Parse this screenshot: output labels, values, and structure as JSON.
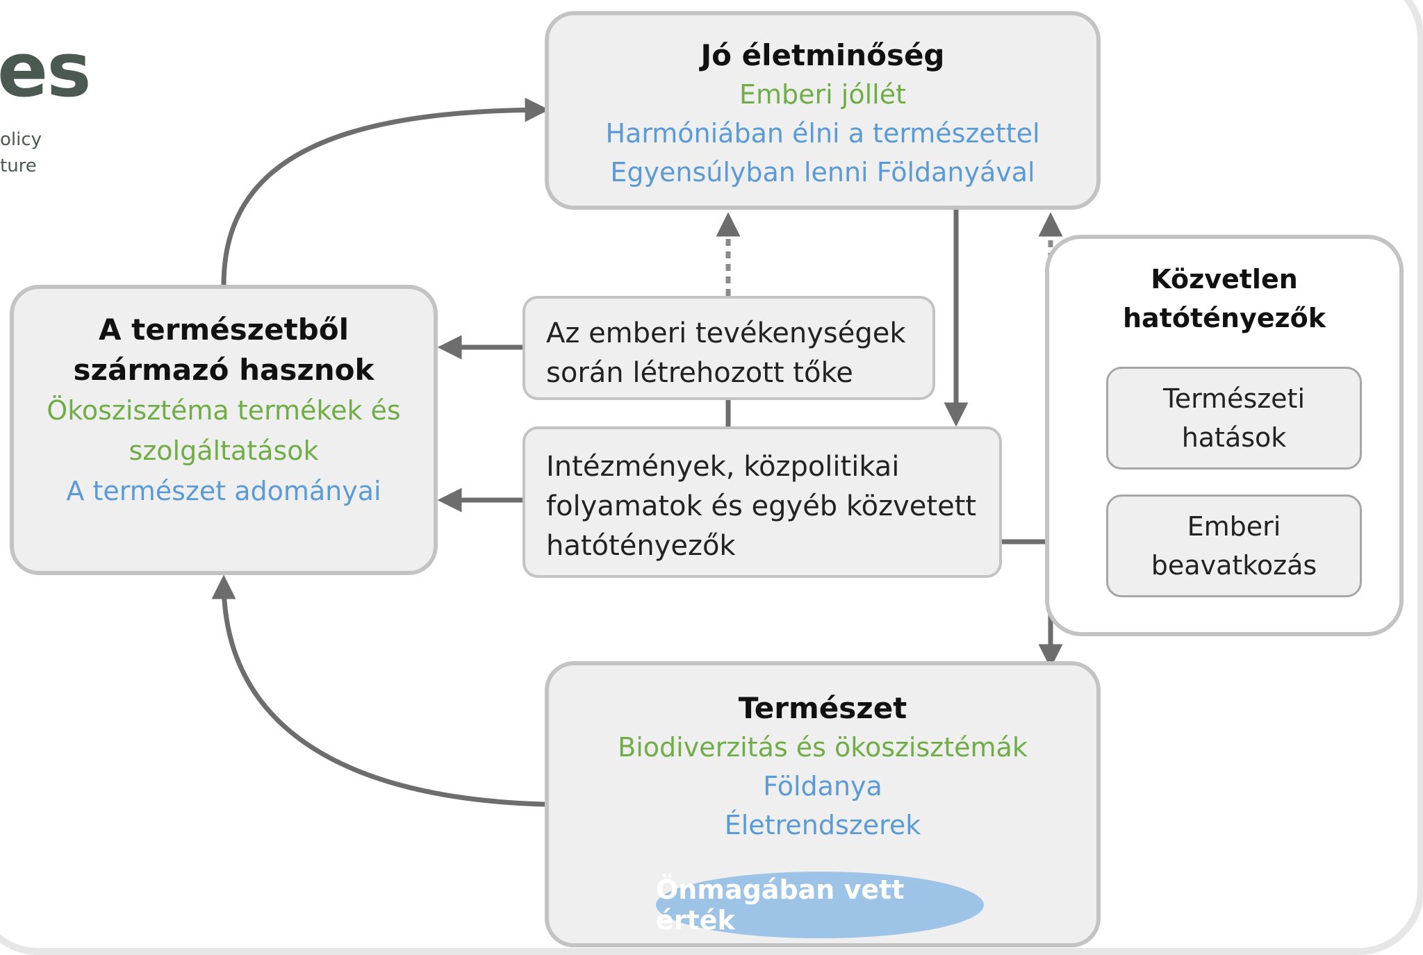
{
  "logo": {
    "big": "es",
    "line1": "olicy",
    "line2": "ture"
  },
  "good_quality_of_life": {
    "title": "Jó életminőség",
    "green": "Emberi jóllét",
    "blue1": "Harmóniában élni a természettel",
    "blue2": "Egyensúlyban lenni Földanyával"
  },
  "nature_benefits": {
    "title1": "A természetből",
    "title2": "származó hasznok",
    "green1": "Ökoszisztéma termékek és",
    "green2": "szolgáltatások",
    "blue": "A természet adományai"
  },
  "anthropogenic_assets": {
    "line1": "Az emberi tevékenységek",
    "line2": "során létrehozott tőke"
  },
  "institutions": {
    "line1": "Intézmények, közpolitikai",
    "line2": "folyamatok és egyéb közvetett",
    "line3": "hatótényezők"
  },
  "direct_drivers": {
    "title1": "Közvetlen",
    "title2": "hatótényezők",
    "natural1": "Természeti",
    "natural2": "hatások",
    "human1": "Emberi",
    "human2": "beavatkozás"
  },
  "nature": {
    "title": "Természet",
    "green": "Biodiverzitás és ökoszisztémák",
    "blue1": "Földanya",
    "blue2": "Életrendszerek",
    "intrinsic": "Önmagában vett érték"
  },
  "colors": {
    "green": "#70ad47",
    "blue": "#5b9bd5",
    "box_fill": "#efefef",
    "box_border": "#c3c3c3",
    "arrow": "#6d6d6d",
    "oval": "#9dc3e6"
  }
}
